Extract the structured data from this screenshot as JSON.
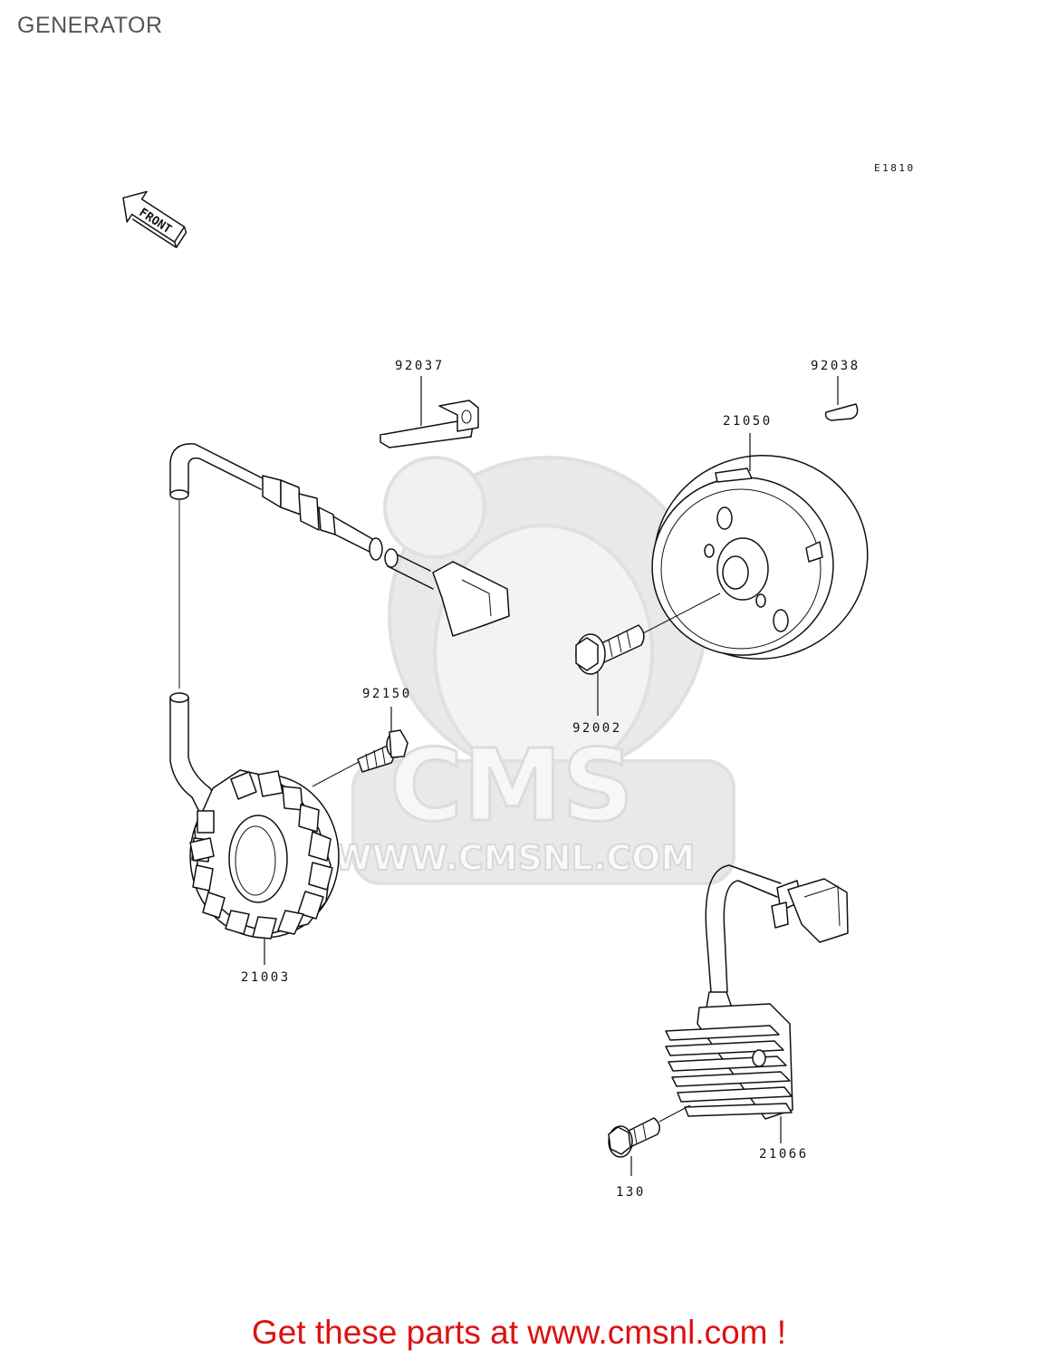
{
  "title": "GENERATOR",
  "drawing_code": "E1810",
  "front_marker": "FRONT",
  "parts": {
    "p92037": "92037",
    "p92038": "92038",
    "p21050": "21050",
    "p92150": "92150",
    "p92002": "92002",
    "p21003": "21003",
    "p21066": "21066",
    "p130": "130"
  },
  "watermark": {
    "brand": "CMS",
    "url": "WWW.CMSNL.COM",
    "color": "#e6e6e6"
  },
  "footer": {
    "cta": "Get these parts at www.cmsnl.com !",
    "color": "#dd1111"
  }
}
